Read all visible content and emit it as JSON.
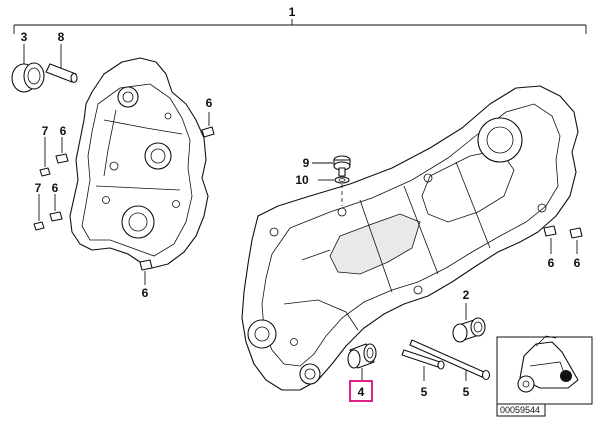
{
  "diagram": {
    "callouts": {
      "assembly": "1",
      "bearing_left": "3",
      "pin_left": "8",
      "pin_6_a": "6",
      "pin_7_a": "7",
      "pin_6_b": "6",
      "pin_7_b": "7",
      "pin_6_c": "6",
      "pin_6_d": "6",
      "screw": "9",
      "washer": "10",
      "pin_6_e": "6",
      "pin_6_f": "6",
      "bearing_right": "2",
      "sleeve": "4",
      "bolt_a": "5",
      "bolt_b": "5"
    },
    "highlight_color": "#e0218a",
    "diagram_number": "00059544"
  }
}
